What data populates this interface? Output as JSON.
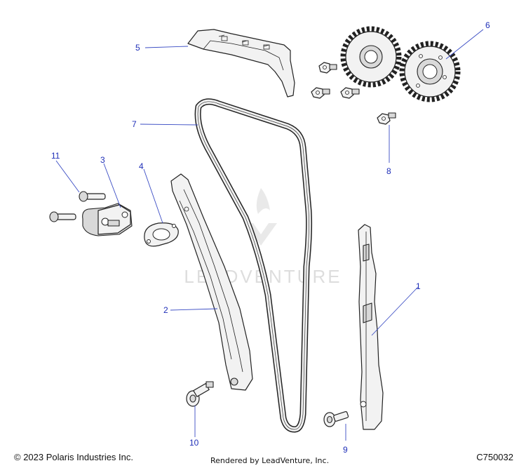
{
  "diagram": {
    "watermark": "LEADVENTURE",
    "callouts": {
      "c1": "1",
      "c2": "2",
      "c3": "3",
      "c4": "4",
      "c5": "5",
      "c6": "6",
      "c7": "7",
      "c8": "8",
      "c9": "9",
      "c10": "10",
      "c11": "11"
    }
  },
  "footer": {
    "copyright": "© 2023 Polaris Industries Inc.",
    "rendered_by": "Rendered by LeadVenture, Inc.",
    "diagram_code": "C750032"
  },
  "colors": {
    "callout_text": "#1f2fb8",
    "leader_line": "#3a4cc4",
    "part_fill": "#f2f2f2",
    "outline": "#222222"
  }
}
